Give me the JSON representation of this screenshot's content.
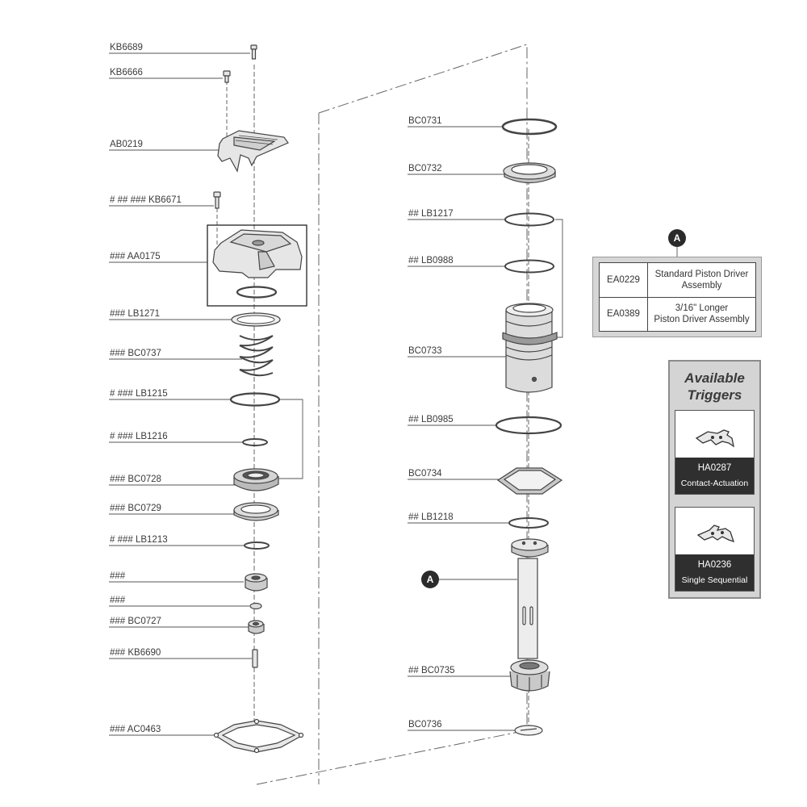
{
  "labels_left": [
    {
      "id": "kb6689",
      "text": "KB6689"
    },
    {
      "id": "kb6666",
      "text": "KB6666"
    },
    {
      "id": "ab0219",
      "text": "AB0219"
    },
    {
      "id": "kb6671",
      "text": "#  ##  ### KB6671"
    },
    {
      "id": "aa0175",
      "text": "### AA0175"
    },
    {
      "id": "lb1271",
      "text": "### LB1271"
    },
    {
      "id": "bc0737",
      "text": "### BC0737"
    },
    {
      "id": "lb1215",
      "text": "#  ### LB1215"
    },
    {
      "id": "lb1216",
      "text": "#  ### LB1216"
    },
    {
      "id": "bc0728",
      "text": "### BC0728"
    },
    {
      "id": "bc0729",
      "text": "### BC0729"
    },
    {
      "id": "lb1213",
      "text": "#  ### LB1213"
    },
    {
      "id": "nut1",
      "text": "###"
    },
    {
      "id": "washer1",
      "text": "###"
    },
    {
      "id": "bc0727",
      "text": "### BC0727"
    },
    {
      "id": "kb6690",
      "text": "### KB6690"
    },
    {
      "id": "ac0463",
      "text": "### AC0463"
    }
  ],
  "labels_right": [
    {
      "id": "bc0731",
      "text": "BC0731"
    },
    {
      "id": "bc0732",
      "text": "BC0732"
    },
    {
      "id": "lb1217",
      "text": "## LB1217"
    },
    {
      "id": "lb0988",
      "text": "## LB0988"
    },
    {
      "id": "bc0733",
      "text": "BC0733"
    },
    {
      "id": "lb0985",
      "text": "## LB0985"
    },
    {
      "id": "bc0734",
      "text": "BC0734"
    },
    {
      "id": "lb1218",
      "text": "## LB1218"
    },
    {
      "id": "bc0735",
      "text": "## BC0735"
    },
    {
      "id": "bc0736",
      "text": "BC0736"
    }
  ],
  "callout": "A",
  "table_a": [
    {
      "code": "EA0229",
      "desc_line1": "Standard Piston Driver",
      "desc_line2": "Assembly"
    },
    {
      "code": "EA0389",
      "desc_line1": "3/16\" Longer",
      "desc_line2": "Piston Driver Assembly"
    }
  ],
  "triggers": {
    "title_line1": "Available",
    "title_line2": "Triggers",
    "items": [
      {
        "code": "HA0287",
        "desc": "Contact-Actuation"
      },
      {
        "code": "HA0236",
        "desc": "Single Sequential"
      }
    ]
  },
  "colors": {
    "line": "#555555",
    "part_fill": "#e6e6e6",
    "part_dark": "#444444",
    "panel": "#d4d4d4",
    "dark_bar": "#2f2f2f"
  }
}
